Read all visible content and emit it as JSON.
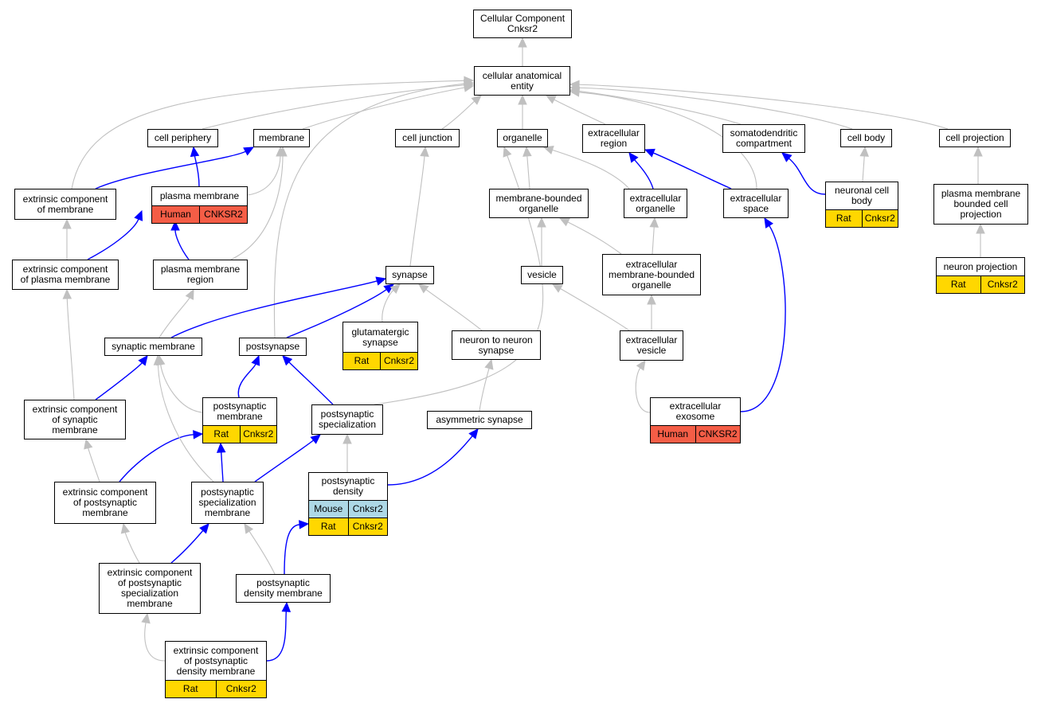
{
  "colors": {
    "gray_edge": "#c0c0c0",
    "blue_edge": "#0000ff",
    "Human": "#f45d46",
    "Rat": "#ffd700",
    "Mouse": "#add8e6"
  },
  "nodes": [
    {
      "id": "root",
      "label": "Cellular Component\nCnksr2"
    },
    {
      "id": "cae",
      "label": "cellular anatomical\nentity"
    },
    {
      "id": "cell_periphery",
      "label": "cell periphery"
    },
    {
      "id": "membrane",
      "label": "membrane"
    },
    {
      "id": "cell_junction",
      "label": "cell junction"
    },
    {
      "id": "organelle",
      "label": "organelle"
    },
    {
      "id": "extracellular_region",
      "label": "extracellular\nregion"
    },
    {
      "id": "somatodendritic",
      "label": "somatodendritic\ncompartment"
    },
    {
      "id": "cell_body",
      "label": "cell body"
    },
    {
      "id": "cell_projection",
      "label": "cell projection"
    },
    {
      "id": "ext_comp_membrane",
      "label": "extrinsic component\nof membrane"
    },
    {
      "id": "plasma_membrane",
      "label": "plasma membrane",
      "rows": [
        [
          "Human",
          "CNKSR2"
        ]
      ]
    },
    {
      "id": "mb_organelle",
      "label": "membrane-bounded\norganelle"
    },
    {
      "id": "ec_organelle",
      "label": "extracellular\norganelle"
    },
    {
      "id": "ec_space",
      "label": "extracellular\nspace"
    },
    {
      "id": "neuronal_cell_body",
      "label": "neuronal cell\nbody",
      "rows": [
        [
          "Rat",
          "Cnksr2"
        ]
      ]
    },
    {
      "id": "pm_bounded_projection",
      "label": "plasma membrane\nbounded cell\nprojection"
    },
    {
      "id": "ext_comp_pm",
      "label": "extrinsic component\nof plasma membrane"
    },
    {
      "id": "pm_region",
      "label": "plasma membrane\nregion"
    },
    {
      "id": "synapse",
      "label": "synapse"
    },
    {
      "id": "vesicle",
      "label": "vesicle"
    },
    {
      "id": "ec_mb_organelle",
      "label": "extracellular\nmembrane-bounded\norganelle"
    },
    {
      "id": "neuron_projection",
      "label": "neuron projection",
      "rows": [
        [
          "Rat",
          "Cnksr2"
        ]
      ]
    },
    {
      "id": "synaptic_membrane",
      "label": "synaptic membrane"
    },
    {
      "id": "postsynapse",
      "label": "postsynapse"
    },
    {
      "id": "glutamatergic",
      "label": "glutamatergic\nsynapse",
      "rows": [
        [
          "Rat",
          "Cnksr2"
        ]
      ]
    },
    {
      "id": "n2n_synapse",
      "label": "neuron to neuron\nsynapse"
    },
    {
      "id": "ec_vesicle",
      "label": "extracellular\nvesicle"
    },
    {
      "id": "ext_comp_synaptic",
      "label": "extrinsic component\nof synaptic\nmembrane"
    },
    {
      "id": "ps_membrane",
      "label": "postsynaptic\nmembrane",
      "rows": [
        [
          "Rat",
          "Cnksr2"
        ]
      ]
    },
    {
      "id": "ps_specialization",
      "label": "postsynaptic\nspecialization"
    },
    {
      "id": "asym_synapse",
      "label": "asymmetric synapse"
    },
    {
      "id": "ec_exosome",
      "label": "extracellular\nexosome",
      "rows": [
        [
          "Human",
          "CNKSR2"
        ]
      ]
    },
    {
      "id": "ext_comp_ps_membrane",
      "label": "extrinsic component\nof postsynaptic\nmembrane"
    },
    {
      "id": "ps_spec_membrane",
      "label": "postsynaptic\nspecialization\nmembrane"
    },
    {
      "id": "ps_density",
      "label": "postsynaptic\ndensity",
      "rows": [
        [
          "Mouse",
          "Cnksr2"
        ],
        [
          "Rat",
          "Cnksr2"
        ]
      ]
    },
    {
      "id": "ext_comp_ps_spec_membrane",
      "label": "extrinsic component\nof postsynaptic\nspecialization\nmembrane"
    },
    {
      "id": "ps_density_membrane",
      "label": "postsynaptic\ndensity membrane"
    },
    {
      "id": "ext_comp_psd_membrane",
      "label": "extrinsic component\nof postsynaptic\ndensity membrane",
      "rows": [
        [
          "Rat",
          "Cnksr2"
        ]
      ]
    }
  ],
  "edges": [
    {
      "from": "cae",
      "to": "root",
      "type": "gray"
    },
    {
      "from": "cell_periphery",
      "to": "cae",
      "type": "gray"
    },
    {
      "from": "membrane",
      "to": "cae",
      "type": "gray"
    },
    {
      "from": "cell_junction",
      "to": "cae",
      "type": "gray"
    },
    {
      "from": "organelle",
      "to": "cae",
      "type": "gray"
    },
    {
      "from": "extracellular_region",
      "to": "cae",
      "type": "gray"
    },
    {
      "from": "somatodendritic",
      "to": "cae",
      "type": "gray"
    },
    {
      "from": "cell_body",
      "to": "cae",
      "type": "gray"
    },
    {
      "from": "cell_projection",
      "to": "cae",
      "type": "gray"
    },
    {
      "from": "ext_comp_membrane",
      "to": "cae",
      "type": "gray"
    },
    {
      "from": "ec_space",
      "to": "cae",
      "type": "gray"
    },
    {
      "from": "postsynapse",
      "to": "cae",
      "type": "gray"
    },
    {
      "from": "ext_comp_membrane",
      "to": "membrane",
      "type": "blue"
    },
    {
      "from": "plasma_membrane",
      "to": "cell_periphery",
      "type": "blue"
    },
    {
      "from": "plasma_membrane",
      "to": "membrane",
      "type": "gray"
    },
    {
      "from": "mb_organelle",
      "to": "organelle",
      "type": "gray"
    },
    {
      "from": "ec_organelle",
      "to": "organelle",
      "type": "gray"
    },
    {
      "from": "ec_organelle",
      "to": "extracellular_region",
      "type": "blue"
    },
    {
      "from": "ec_space",
      "to": "extracellular_region",
      "type": "blue"
    },
    {
      "from": "neuronal_cell_body",
      "to": "somatodendritic",
      "type": "blue"
    },
    {
      "from": "neuronal_cell_body",
      "to": "cell_body",
      "type": "gray"
    },
    {
      "from": "pm_bounded_projection",
      "to": "cell_projection",
      "type": "gray"
    },
    {
      "from": "ext_comp_pm",
      "to": "ext_comp_membrane",
      "type": "gray"
    },
    {
      "from": "ext_comp_pm",
      "to": "plasma_membrane",
      "type": "blue"
    },
    {
      "from": "pm_region",
      "to": "plasma_membrane",
      "type": "blue"
    },
    {
      "from": "pm_region",
      "to": "membrane",
      "type": "gray"
    },
    {
      "from": "synapse",
      "to": "cell_junction",
      "type": "gray"
    },
    {
      "from": "vesicle",
      "to": "mb_organelle",
      "type": "gray"
    },
    {
      "from": "ec_mb_organelle",
      "to": "mb_organelle",
      "type": "gray"
    },
    {
      "from": "ec_mb_organelle",
      "to": "ec_organelle",
      "type": "gray"
    },
    {
      "from": "neuron_projection",
      "to": "pm_bounded_projection",
      "type": "gray"
    },
    {
      "from": "synaptic_membrane",
      "to": "pm_region",
      "type": "gray"
    },
    {
      "from": "synaptic_membrane",
      "to": "synapse",
      "type": "blue"
    },
    {
      "from": "postsynapse",
      "to": "synapse",
      "type": "blue"
    },
    {
      "from": "glutamatergic",
      "to": "synapse",
      "type": "gray"
    },
    {
      "from": "n2n_synapse",
      "to": "synapse",
      "type": "gray"
    },
    {
      "from": "ec_vesicle",
      "to": "vesicle",
      "type": "gray"
    },
    {
      "from": "ec_vesicle",
      "to": "ec_mb_organelle",
      "type": "gray"
    },
    {
      "from": "ext_comp_synaptic",
      "to": "ext_comp_pm",
      "type": "gray"
    },
    {
      "from": "ext_comp_synaptic",
      "to": "synaptic_membrane",
      "type": "blue"
    },
    {
      "from": "ps_membrane",
      "to": "synaptic_membrane",
      "type": "gray"
    },
    {
      "from": "ps_membrane",
      "to": "postsynapse",
      "type": "blue"
    },
    {
      "from": "ps_specialization",
      "to": "postsynapse",
      "type": "blue"
    },
    {
      "from": "ps_specialization",
      "to": "organelle",
      "type": "gray"
    },
    {
      "from": "asym_synapse",
      "to": "n2n_synapse",
      "type": "gray"
    },
    {
      "from": "ec_exosome",
      "to": "ec_vesicle",
      "type": "gray"
    },
    {
      "from": "ec_exosome",
      "to": "ec_space",
      "type": "blue"
    },
    {
      "from": "ext_comp_ps_membrane",
      "to": "ext_comp_synaptic",
      "type": "gray"
    },
    {
      "from": "ext_comp_ps_membrane",
      "to": "ps_membrane",
      "type": "blue"
    },
    {
      "from": "ps_spec_membrane",
      "to": "ps_membrane",
      "type": "blue"
    },
    {
      "from": "ps_spec_membrane",
      "to": "ps_specialization",
      "type": "blue"
    },
    {
      "from": "ps_spec_membrane",
      "to": "synaptic_membrane",
      "type": "gray"
    },
    {
      "from": "ps_density",
      "to": "ps_specialization",
      "type": "gray"
    },
    {
      "from": "ps_density",
      "to": "asym_synapse",
      "type": "blue"
    },
    {
      "from": "ext_comp_ps_spec_membrane",
      "to": "ext_comp_ps_membrane",
      "type": "gray"
    },
    {
      "from": "ext_comp_ps_spec_membrane",
      "to": "ps_spec_membrane",
      "type": "blue"
    },
    {
      "from": "ps_density_membrane",
      "to": "ps_spec_membrane",
      "type": "gray"
    },
    {
      "from": "ps_density_membrane",
      "to": "ps_density",
      "type": "blue"
    },
    {
      "from": "ext_comp_psd_membrane",
      "to": "ext_comp_ps_spec_membrane",
      "type": "gray"
    },
    {
      "from": "ext_comp_psd_membrane",
      "to": "ps_density_membrane",
      "type": "blue"
    }
  ]
}
